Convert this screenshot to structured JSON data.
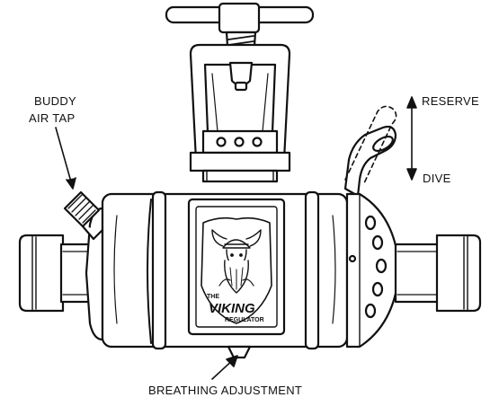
{
  "diagram": {
    "labels": {
      "buddy_line1": "BUDDY",
      "buddy_line2": "AIR TAP",
      "reserve": "RESERVE",
      "dive": "DIVE",
      "breathing": "BREATHING ADJUSTMENT"
    },
    "emblem": {
      "the": "THE",
      "brand": "VIKING",
      "product": "REGULATOR"
    },
    "colors": {
      "ink": "#111111",
      "paper": "#ffffff"
    }
  }
}
